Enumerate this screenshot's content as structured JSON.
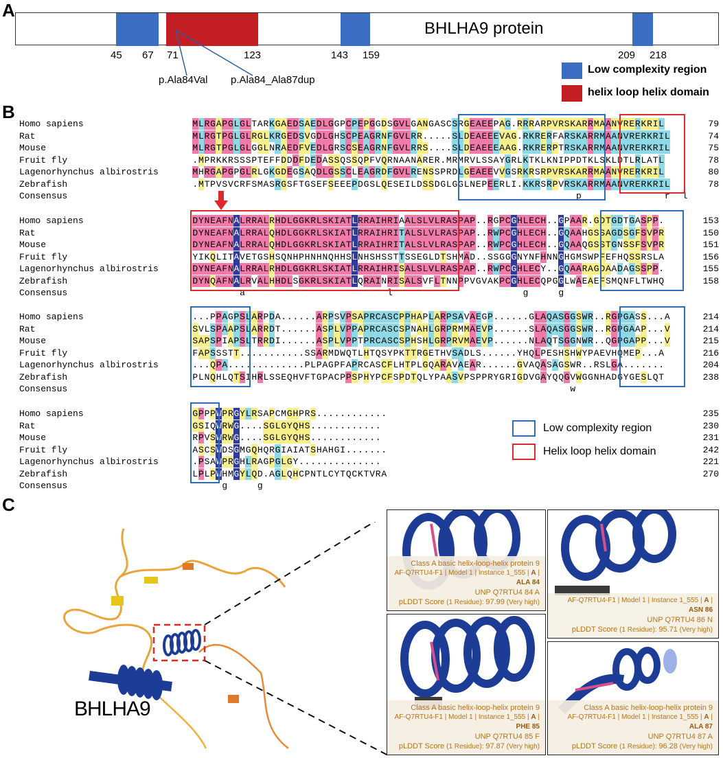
{
  "panelA": {
    "letter": "A",
    "protein_label": "BHLHA9 protein",
    "positions": [
      "45",
      "67",
      "71",
      "123",
      "143",
      "159",
      "209",
      "218"
    ],
    "variants": [
      "p.Ala84Val",
      "p.Ala84_Ala87dup"
    ],
    "legend": [
      {
        "label": "Low complexity region",
        "color": "#3b6ec2"
      },
      {
        "label": "helix loop helix domain",
        "color": "#c41e25"
      }
    ]
  },
  "panelB": {
    "letter": "B",
    "blocks": [
      {
        "rows": [
          {
            "name": "Homo sapiens",
            "seq": "MLRGAPGLGLTARKGAEDSAEDLGGPCPEPGGDSGVLGANGASCSRGEAEEPAG.RRRARPVRSKARRMAANVRERKRIL",
            "end": "79"
          },
          {
            "name": "Rat",
            "seq": "MLRGTPGLGLRGLKRGEDSVGDLGHSCPEAGRNFGVLRR.....SLDEAEEEVAG.RKRERFARSKARRMAANVRERKRIL",
            "end": "74"
          },
          {
            "name": "Mouse",
            "seq": "MLRGTPGLGLGGLNRAEDFVEDLGRSCSEAGRNFGVLRRS....SLDEAEEEAAG.RKRERPTRSKARRMAANVRERKRIL",
            "end": "75"
          },
          {
            "name": "Fruit fly",
            ".seq": "",
            "seq": ".MPRKKRSSSPTEFFDDDFDEDASSQSSQPFVQRNAANARER.MRMRVLSSAYGRLKTKLKNIPPDTKLSKLDTLRLATL",
            "end": "78"
          },
          {
            "name": "Lagenorhynchus albirostris",
            "seq": "MHRGAPGPGLRLGKGDEGSAQDLGSSCLEAGRDFGVLRENSSPRDLGEAEEVVGSRKRSRPVRSKARRMAANVRERKRIL",
            "end": "80"
          },
          {
            "name": "Zebrafish",
            "seq": ".MTPVSVCRFSMASRGSFTGSEFSEEEPDGSLQESEILDSSDGLGGLNEPEERLI.KKRSRPVRSKARRMAANVRERKRIL",
            "end": "78"
          },
          {
            "name": "Consensus",
            "seq": "                                                                 p              r  l",
            "end": ""
          }
        ]
      },
      {
        "rows": [
          {
            "name": "Homo sapiens",
            "seq": "DYNEAFNALRRALRHDLGGKRLSKIATLRRAIHRIAALSLVLRASPAP..RGPCGHLECH..GPAAR.GDTGDTGASPP.",
            "end": "153"
          },
          {
            "name": "Rat",
            "seq": "DYNEAFNALRRALQHDLGGKRLSKIATLRRAIHRITALSLVLRASPAP..RWPCGHLECH..GQAAHGSSAGDSGFSVPR",
            "end": "150"
          },
          {
            "name": "Mouse",
            "seq": "DYNEAFNALRRALQHDLGGKRLSKIATLRRAIHRITALSLVLRASPAP..RWPCGHLECH..GQAAQGSSTGNSSFSVPR",
            "end": "151"
          },
          {
            "name": "Fruit fly",
            "seq": "YIKQLITAVETGSHSQNHPHNHNQHHSLNHSHSSTTSSEGLDTSHMAD..SSGGGNYNFHNNGHGMSWPFEFHQSSRSLA",
            "end": "156"
          },
          {
            "name": "Lagenorhynchus albirostris",
            "seq": "DYNEAFNALRRALRHDLGGKRLSKIATLRRAIHRISALSLVLRASPAP..RWPCGHLECY..GQAARAGDAADAGSSPP.",
            "end": "155"
          },
          {
            "name": "Zebrafish",
            "seq": "DYNQAFNALRVALHHDLSGKRLSKIATLQRAINRISALSVFLTNNPPVGVAKPCGHLECQPGGLWAEAEFSMQNFLTWHQ",
            "end": "158"
          },
          {
            "name": "Consensus",
            "seq": "        a                        l                      g     g",
            "end": ""
          }
        ]
      },
      {
        "rows": [
          {
            "name": "Homo sapiens",
            "seq": "...PPAGPSLARPDA......ARPSVPSAPRCASCPPHAPLARPSAVAEGP......GLAQASGGSWR..RGPGASS...A",
            "end": "214"
          },
          {
            "name": "Rat",
            "seq": "SVLSPAAPSLARRDT......ASPLVPPAPRCASCSPNAHLGRPRMMAEVP......SLAQASGGSWR..RGPGAAP...V",
            "end": "214"
          },
          {
            "name": "Mouse",
            "seq": "SAPSPIAPSLTRRDI......ASPLVPPTPRCASCSPHSHLGRPRVMAEVP......NLAQTSGGNWR..QGPGAPP...V",
            "end": "215"
          },
          {
            "name": "Fruit fly",
            "seq": "FAPSSSTT...........SSARMDWQTLHTQSYPKTTRGETHVSADLS......YHQLPESHSHWYPAEVHQMEP...A",
            "end": "216"
          },
          {
            "name": "Lagenorhynchus albirostris",
            "seq": "...QPA.............PLPAGPFAPRCASCFLHTPLGQARAVAEAR......GVAQASAGSWR..RSLGA.......",
            "end": "204"
          },
          {
            "name": "Zebrafish",
            "seq": "PLNQHLQTSIHRLSSEQHVFTGPACPPSPHYPCFSPDTQLYPAASVPSPPRYGRIGDVGAYQQGVWGGNHADGYGESLQT",
            "end": "238"
          },
          {
            "name": "Consensus",
            "seq": "                                                                w",
            "end": ""
          }
        ]
      },
      {
        "rows": [
          {
            "name": "Homo sapiens",
            "seq": "GPPPWPRGYLRSAPCMGHPRS............",
            "end": "235"
          },
          {
            "name": "Rat",
            "seq": "GSIQWRWG....SGLGYQHS............",
            "end": "230"
          },
          {
            "name": "Mouse",
            "seq": "RPVSWRWG....SGLGYQHS............",
            "end": "231"
          },
          {
            "name": "Fruit fly",
            "seq": "ASCSWDSGMGQHQRGIAIATSHAHGI.......",
            "end": "242"
          },
          {
            "name": "Lagenorhynchus albirostris",
            "seq": ".PSAWPRGHLRAGPGLGY..............",
            "end": "221"
          },
          {
            "name": "Zebrafish",
            "seq": "LPLPWHMGYLQD.AGLQHCPNTLCYTQCKTVRA",
            "end": "270"
          },
          {
            "name": "Consensus",
            "seq": "     g     g",
            "end": ""
          }
        ]
      }
    ],
    "legend": [
      {
        "label": "Low complexity region",
        "color": "#2a6db3"
      },
      {
        "label": "Helix loop helix domain",
        "color": "#e02828"
      }
    ]
  },
  "panelC": {
    "letter": "C",
    "structure_label": "BHLHA9",
    "panels": [
      {
        "title": "Class A basic helix-loop-helix protein 9",
        "line2": "AF-Q7RTU4-F1 | Model 1 | Instance 1_555 | ",
        "chain": "A",
        "res": "ALA 84",
        "line3": "UNP Q7RTU4 84 A",
        "score_label": "pLDDT Score",
        "score_note": "(1 Residue):",
        "score": "97.99",
        "conf": "(Very high)"
      },
      {
        "title": "",
        "line2": "AF-Q7RTU4-F1 | Model 1 | Instance 1_555 | ",
        "chain": "A",
        "res": "ASN 86",
        "line3": "UNP Q7RTU4 86 N",
        "score_label": "pLDDT Score",
        "score_note": "(1 Residue):",
        "score": "95.71",
        "conf": "(Very high)"
      },
      {
        "title": "Class A basic helix-loop-helix protein 9",
        "line2": "AF-Q7RTU4-F1 | Model 1 | Instance 1_555 | ",
        "chain": "A",
        "res": "PHE 85",
        "line3": "UNP Q7RTU4 85 F",
        "score_label": "pLDDT Score",
        "score_note": "(1 Residue):",
        "score": "97.87",
        "conf": "(Very high)"
      },
      {
        "title": "Class A basic helix-loop-helix protein 9",
        "line2": "AF-Q7RTU4-F1 | Model 1 | Instance 1_555 | ",
        "chain": "A",
        "res": "ALA 87",
        "line3": "UNP Q7RTU4 87 A",
        "score_label": "pLDDT Score",
        "score_note": "(1 Residue):",
        "score": "96.28",
        "conf": "(Very high)"
      }
    ]
  }
}
